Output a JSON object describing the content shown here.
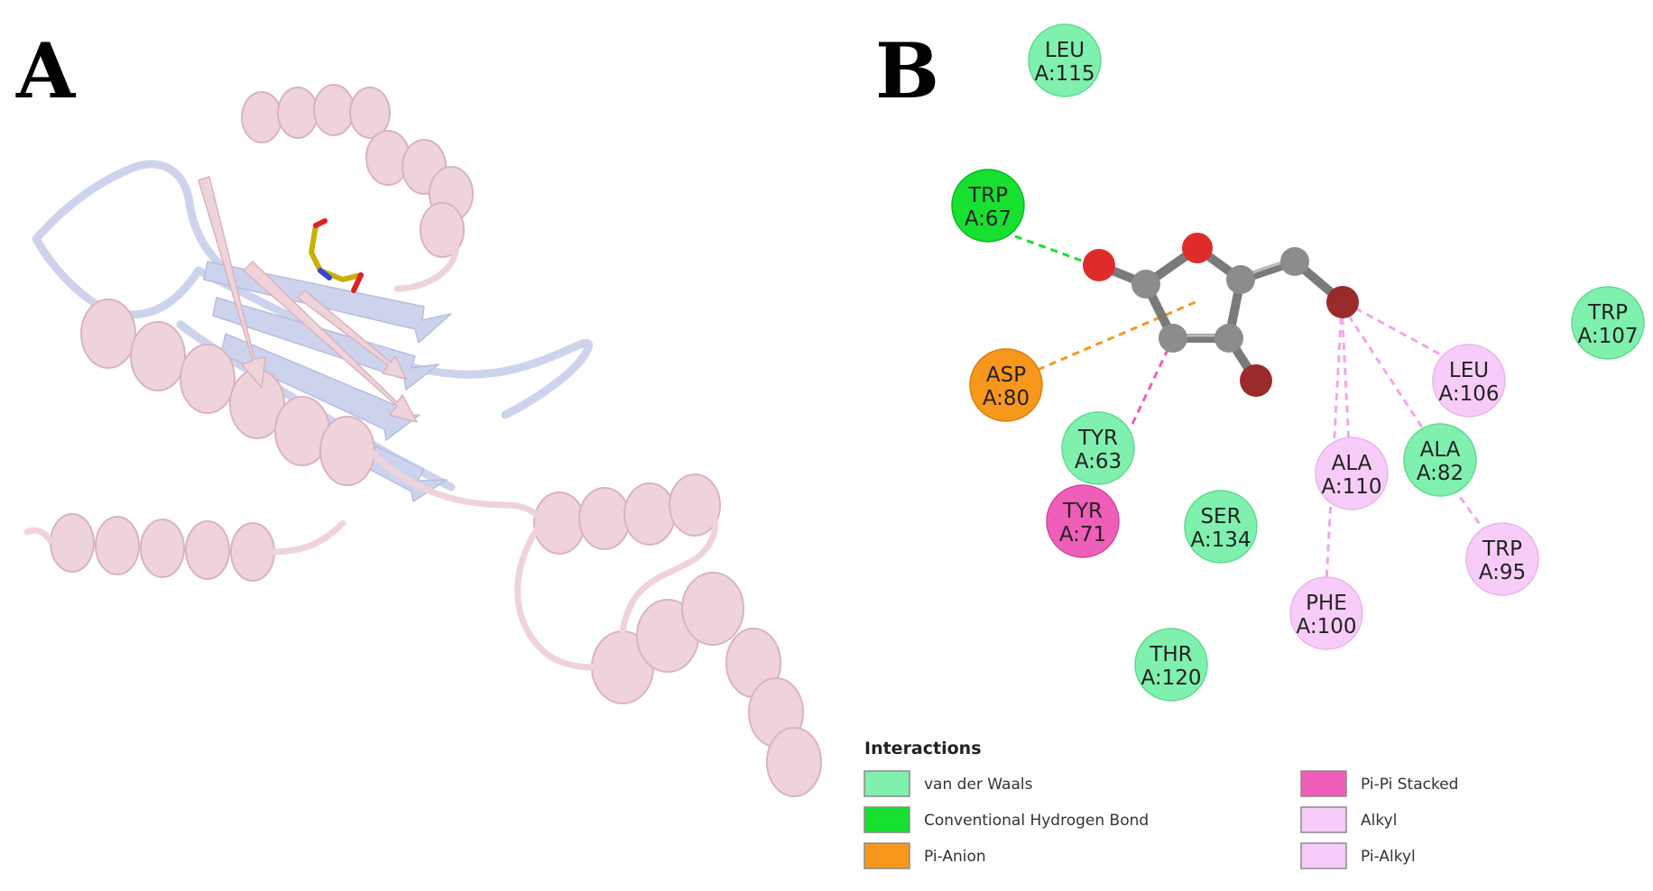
{
  "panels": {
    "a": "A",
    "b": "B"
  },
  "colors": {
    "van_der_waals": "#7ff0ad",
    "conventional_hbond": "#17e030",
    "pi_anion": "#f7971c",
    "pi_pi_stacked": "#ef5eb8",
    "alkyl": "#f8ccf8",
    "pi_alkyl": "#f8ccf8",
    "ribbon_pink": "#efd3db",
    "ribbon_blue": "#cdd3ec",
    "atom_oxygen": "#e02b2b",
    "atom_carbon": "#8c8c8c",
    "atom_bromine": "#9b2a2a"
  },
  "residues": [
    {
      "id": "leu115",
      "line1": "LEU",
      "line2": "A:115",
      "type": "van_der_waals"
    },
    {
      "id": "trp67",
      "line1": "TRP",
      "line2": "A:67",
      "type": "conventional_hbond"
    },
    {
      "id": "asp80",
      "line1": "ASP",
      "line2": "A:80",
      "type": "pi_anion"
    },
    {
      "id": "tyr63",
      "line1": "TYR",
      "line2": "A:63",
      "type": "van_der_waals"
    },
    {
      "id": "tyr71",
      "line1": "TYR",
      "line2": "A:71",
      "type": "pi_pi_stacked"
    },
    {
      "id": "ser134",
      "line1": "SER",
      "line2": "A:134",
      "type": "van_der_waals"
    },
    {
      "id": "thr120",
      "line1": "THR",
      "line2": "A:120",
      "type": "van_der_waals"
    },
    {
      "id": "ala110",
      "line1": "ALA",
      "line2": "A:110",
      "type": "alkyl"
    },
    {
      "id": "phe100",
      "line1": "PHE",
      "line2": "A:100",
      "type": "alkyl"
    },
    {
      "id": "ala82",
      "line1": "ALA",
      "line2": "A:82",
      "type": "van_der_waals"
    },
    {
      "id": "trp95",
      "line1": "TRP",
      "line2": "A:95",
      "type": "alkyl"
    },
    {
      "id": "leu106",
      "line1": "LEU",
      "line2": "A:106",
      "type": "alkyl"
    },
    {
      "id": "trp107",
      "line1": "TRP",
      "line2": "A:107",
      "type": "van_der_waals"
    }
  ],
  "legend": {
    "title": "Interactions",
    "items": [
      {
        "label": "van der Waals",
        "type": "van_der_waals"
      },
      {
        "label": "Conventional Hydrogen Bond",
        "type": "conventional_hbond"
      },
      {
        "label": "Pi-Anion",
        "type": "pi_anion"
      },
      {
        "label": "Pi-Pi Stacked",
        "type": "pi_pi_stacked"
      },
      {
        "label": "Alkyl",
        "type": "alkyl"
      },
      {
        "label": "Pi-Alkyl",
        "type": "pi_alkyl"
      }
    ]
  }
}
